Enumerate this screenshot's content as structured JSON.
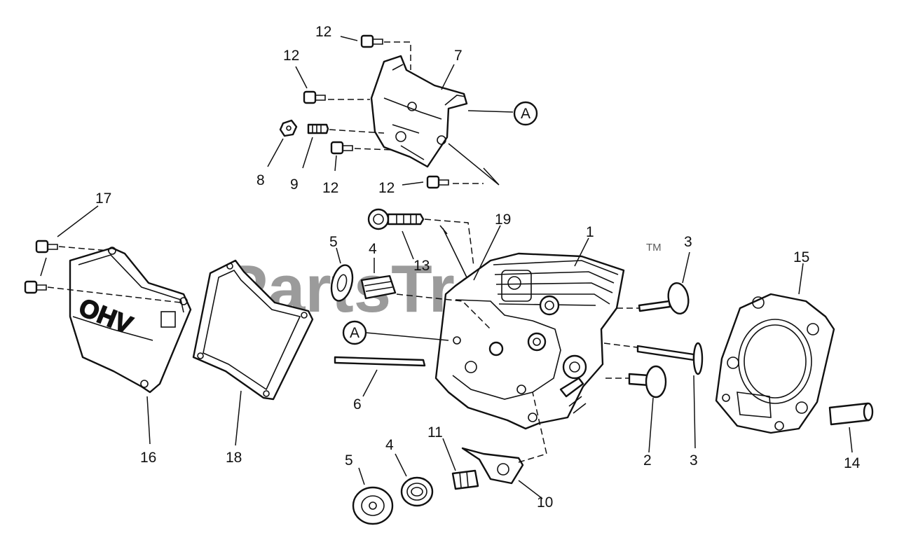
{
  "watermark": {
    "text": "PartsTree",
    "trademark": "TM"
  },
  "cover_lettering": "OHV",
  "callouts": [
    {
      "id": "c12a",
      "text": "12"
    },
    {
      "id": "c12b",
      "text": "12"
    },
    {
      "id": "c7",
      "text": "7"
    },
    {
      "id": "cA1",
      "text": "A"
    },
    {
      "id": "c8",
      "text": "8"
    },
    {
      "id": "c9",
      "text": "9"
    },
    {
      "id": "c12c",
      "text": "12"
    },
    {
      "id": "c12d",
      "text": "12"
    },
    {
      "id": "c17",
      "text": "17"
    },
    {
      "id": "c19",
      "text": "19"
    },
    {
      "id": "c1",
      "text": "1"
    },
    {
      "id": "c3a",
      "text": "3"
    },
    {
      "id": "c15",
      "text": "15"
    },
    {
      "id": "c5a",
      "text": "5"
    },
    {
      "id": "c4a",
      "text": "4"
    },
    {
      "id": "c13",
      "text": "13"
    },
    {
      "id": "cA2",
      "text": "A"
    },
    {
      "id": "c6",
      "text": "6"
    },
    {
      "id": "c16",
      "text": "16"
    },
    {
      "id": "c18",
      "text": "18"
    },
    {
      "id": "c2",
      "text": "2"
    },
    {
      "id": "c3b",
      "text": "3"
    },
    {
      "id": "c14",
      "text": "14"
    },
    {
      "id": "c11",
      "text": "11"
    },
    {
      "id": "c5b",
      "text": "5"
    },
    {
      "id": "c4b",
      "text": "4"
    },
    {
      "id": "c10",
      "text": "10"
    }
  ]
}
